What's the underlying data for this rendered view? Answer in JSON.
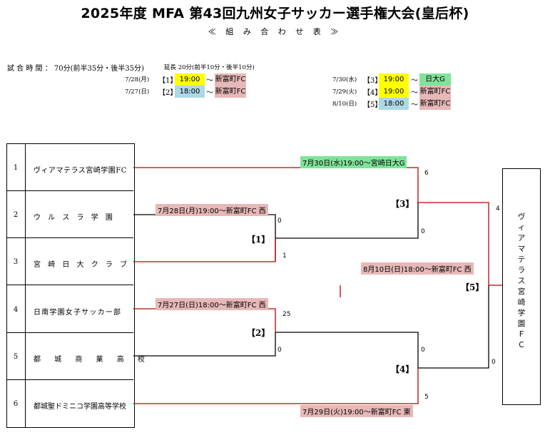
{
  "title": "2025年度 MFA 第43回九州女子サッカー選手権大会(皇后杯)",
  "subtitle": "≪ 組 み 合 わ せ 表 ≫",
  "match_time": "試 合 時 間 ： 70分(前半35分・後半35分)",
  "extension": "延長 20分(前半10分・後半10分)",
  "schedule_left": [
    {
      "date": "7/28(月)",
      "id": "【1】",
      "time": "19:00",
      "tilde": "〜",
      "venue": "新富町FC"
    },
    {
      "date": "7/27(日)",
      "id": "【2】",
      "time": "18:00",
      "tilde": "〜",
      "venue": "新富町FC"
    }
  ],
  "schedule_right": [
    {
      "date": "7/30(水)",
      "id": "【3】",
      "time": "19:00",
      "tilde": "〜",
      "venue": "日大G"
    },
    {
      "date": "7/29(火)",
      "id": "【4】",
      "time": "19:00",
      "tilde": "〜",
      "venue": "新富町FC"
    },
    {
      "date": "8/10(日)",
      "id": "【5】",
      "time": "18:00",
      "tilde": "〜",
      "venue": "新富町FC"
    }
  ],
  "teams": [
    {
      "no": "1",
      "name": "ヴィアマテラス宮崎学園FC"
    },
    {
      "no": "2",
      "name": "ウ ル ス ラ 学 園"
    },
    {
      "no": "3",
      "name": "宮 崎 日 大 ク ラ ブ"
    },
    {
      "no": "4",
      "name": "日南学園女子サッカー部"
    },
    {
      "no": "5",
      "name": "都 城 商 業 高 校"
    },
    {
      "no": "6",
      "name": "都城聖ドミニコ学園高等学校"
    }
  ],
  "matches": {
    "m1": {
      "label": "【1】",
      "info": "7月28日(月)19:00〜新富町FC 西",
      "score_top": "0",
      "score_bottom": "1"
    },
    "m2": {
      "label": "【2】",
      "info": "7月27日(日)18:00〜新富町FC 西",
      "score_top": "25",
      "score_bottom": "0"
    },
    "m3": {
      "label": "【3】",
      "info": "7月30日(水)19:00〜宮崎日大G",
      "score_top": "6",
      "score_bottom": "0"
    },
    "m4": {
      "label": "【4】",
      "info": "7月29日(火)19:00〜新富町FC 東",
      "score_top": "0",
      "score_bottom": "5"
    },
    "m5": {
      "label": "【5】",
      "info": "8月10日(日)18:00〜新富町FC 西",
      "score_top": "4",
      "score_bottom": "0"
    }
  },
  "winner": "ヴィアマテラス宮崎学園FC",
  "colors": {
    "line": "#c00000",
    "pink": "#e6b8b7",
    "yellow": "#ffff00",
    "blue": "#add8e6",
    "green": "#7fe39a"
  }
}
